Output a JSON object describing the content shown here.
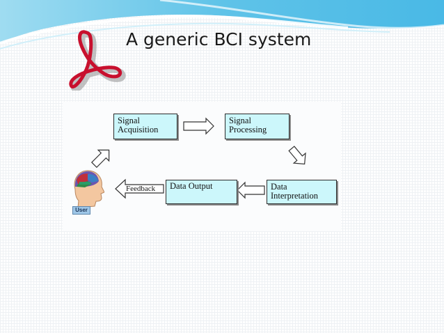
{
  "slide": {
    "title": "A generic BCI system"
  },
  "diagram": {
    "nodes": {
      "signal_acquisition": [
        "Signal",
        "Acquisition"
      ],
      "signal_processing": [
        "Signal",
        "Processing"
      ],
      "data_interpretation": [
        "Data",
        "Interpretation"
      ],
      "data_output": [
        "Data Output"
      ]
    },
    "feedback_label": "Feedback",
    "user_label": "User"
  },
  "colors": {
    "node_fill": "#ccf7fb",
    "header_wave": "#5fc3e8",
    "logo_red": "#c8102e"
  }
}
